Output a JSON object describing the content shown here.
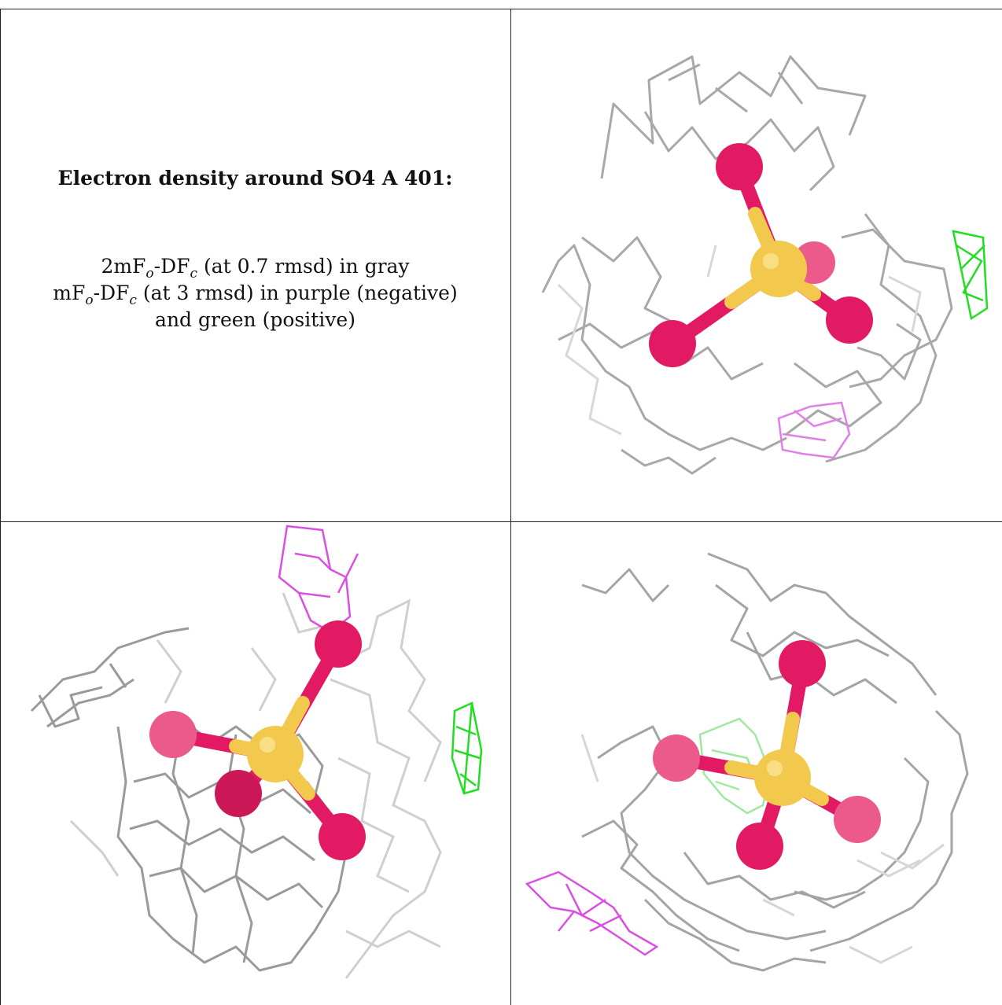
{
  "caption": {
    "title": "Electron density around SO4 A 401:",
    "line1_a": "2mF",
    "line1_sub1": "o",
    "line1_b": "-DF",
    "line1_sub2": "c",
    "line1_c": " (at 0.7 rmsd) in gray",
    "line2_a": "mF",
    "line2_sub1": "o",
    "line2_b": "-DF",
    "line2_sub2": "c",
    "line2_c": " (at 3 rmsd) in purple (negative)",
    "line3": "and green (positive)"
  },
  "colors": {
    "sulfur": "#f2c94c",
    "oxygen": "#e21a63",
    "map_2fofc": "#9a9a9a",
    "map_negative": "#d94fe0",
    "map_positive": "#22dd22",
    "grid_line": "#222222"
  },
  "panels": [
    {
      "name": "view-top-right"
    },
    {
      "name": "view-bottom-left"
    },
    {
      "name": "view-bottom-right"
    }
  ]
}
